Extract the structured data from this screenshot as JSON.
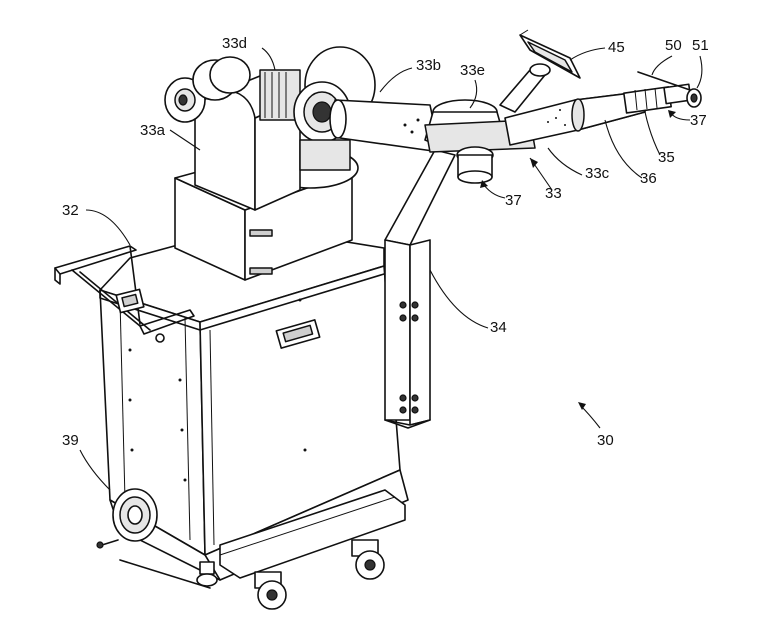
{
  "figure": {
    "labels": [
      {
        "id": "label-33d",
        "text": "33d"
      },
      {
        "id": "label-33b",
        "text": "33b"
      },
      {
        "id": "label-33e",
        "text": "33e"
      },
      {
        "id": "label-45",
        "text": "45"
      },
      {
        "id": "label-50",
        "text": "50"
      },
      {
        "id": "label-51",
        "text": "51"
      },
      {
        "id": "label-33a",
        "text": "33a"
      },
      {
        "id": "label-37-right",
        "text": "37"
      },
      {
        "id": "label-35",
        "text": "35"
      },
      {
        "id": "label-33c",
        "text": "33c"
      },
      {
        "id": "label-36",
        "text": "36"
      },
      {
        "id": "label-33",
        "text": "33"
      },
      {
        "id": "label-37-center",
        "text": "37"
      },
      {
        "id": "label-32",
        "text": "32"
      },
      {
        "id": "label-34",
        "text": "34"
      },
      {
        "id": "label-30",
        "text": "30"
      },
      {
        "id": "label-39",
        "text": "39"
      }
    ]
  }
}
